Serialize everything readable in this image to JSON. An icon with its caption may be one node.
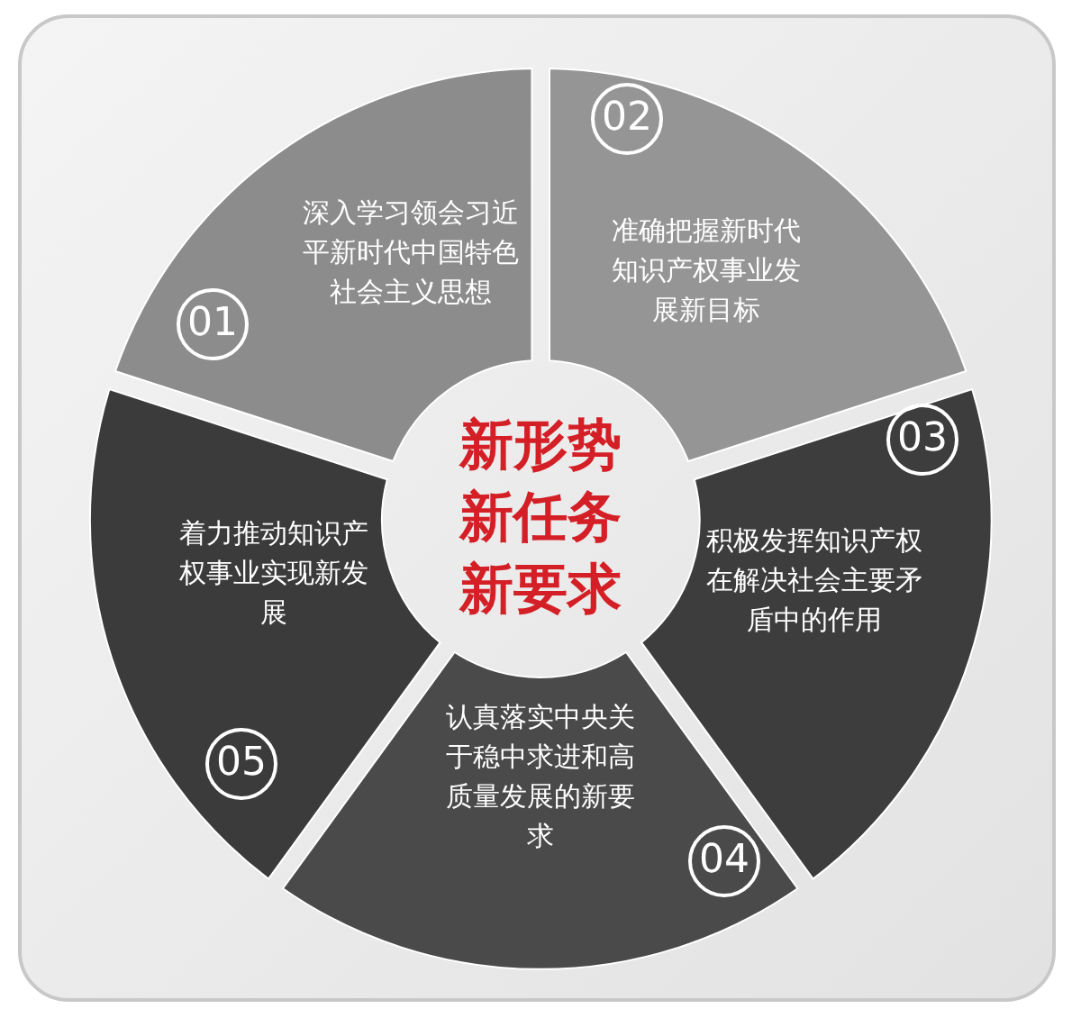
{
  "diagram": {
    "nodes": [
      {
        "text": [
          "新形势",
          "新任务",
          "新要求"
        ]
      },
      {
        "text": [
          "深入学习领会习近平新时代中国特色社会主义思想",
          "01"
        ]
      },
      {
        "text": [
          "02",
          "准确把握新时代知识产权事业发展新目标"
        ]
      },
      {
        "text": [
          "03",
          "积极发挥知识产权在解决社会主要矛盾中的作用"
        ]
      },
      {
        "text": [
          "认真落实中央关于稳中求进和高质量发展的新要求",
          "04"
        ]
      },
      {
        "text": [
          "着力推动知识产权事业实现新发展",
          "05"
        ]
      }
    ],
    "edges": []
  }
}
